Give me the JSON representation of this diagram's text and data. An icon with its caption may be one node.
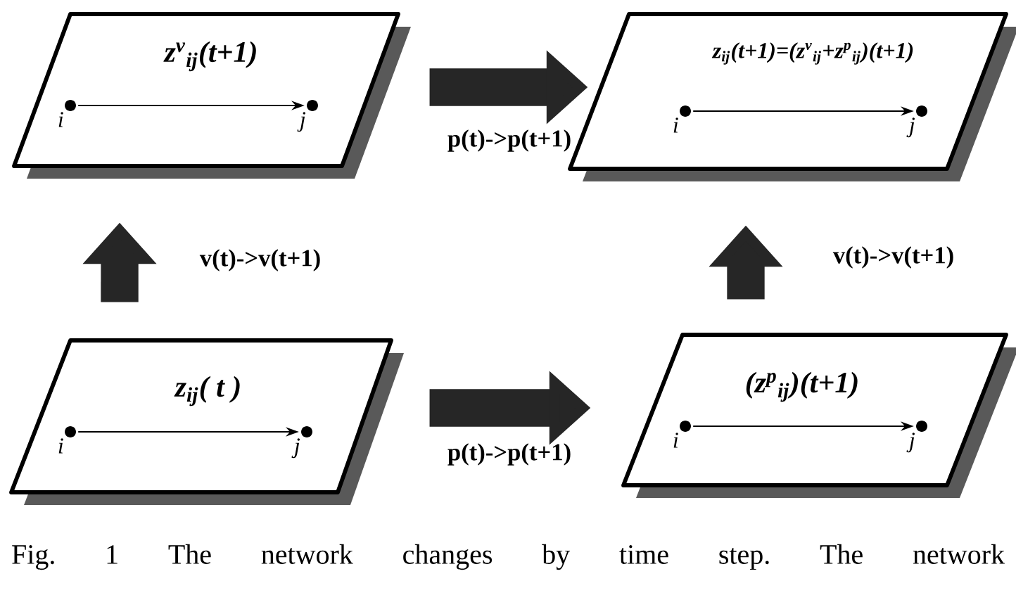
{
  "diagram": {
    "caption": "Fig. 1 The network changes by time step. The network",
    "nodes": [
      {
        "text": [
          "z$^{v}$$_{ij}$(t+1)"
        ]
      },
      {
        "text": [
          "i"
        ],
        "in": 0
      },
      {
        "text": [
          "j"
        ],
        "in": 0
      },
      {
        "text": [
          "z$_{ij}$(t+1)=(z$^{v}$$_{ij}$+z$^{p}$$_{ij}$)(t+1)"
        ]
      },
      {
        "text": [
          "i"
        ],
        "in": 3
      },
      {
        "text": [
          "j"
        ],
        "in": 3
      },
      {
        "text": [
          "z$_{ij}$( t )"
        ]
      },
      {
        "text": [
          "i"
        ],
        "in": 6
      },
      {
        "text": [
          "j"
        ],
        "in": 6
      },
      {
        "text": [
          "(z$^{p}$$_{ij}$)(t+1)"
        ]
      },
      {
        "text": [
          "i"
        ],
        "in": 9
      },
      {
        "text": [
          "j"
        ],
        "in": 9
      }
    ],
    "edges": [
      {
        "from": 0,
        "to": 3,
        "arrow": "to",
        "label": "p(t)->p(t+1)",
        "style": "thick"
      },
      {
        "from": 6,
        "to": 0,
        "arrow": "to",
        "label": "v(t)->v(t+1)",
        "style": "thick"
      },
      {
        "from": 9,
        "to": 3,
        "arrow": "to",
        "label": "v(t)->v(t+1)",
        "style": "thick"
      },
      {
        "from": 6,
        "to": 9,
        "arrow": "to",
        "label": "p(t)->p(t+1)",
        "style": "thick"
      },
      {
        "from": 1,
        "to": 2,
        "arrow": "to"
      },
      {
        "from": 4,
        "to": 5,
        "arrow": "to"
      },
      {
        "from": 7,
        "to": 8,
        "arrow": "to"
      },
      {
        "from": 10,
        "to": 11,
        "arrow": "to"
      }
    ]
  }
}
